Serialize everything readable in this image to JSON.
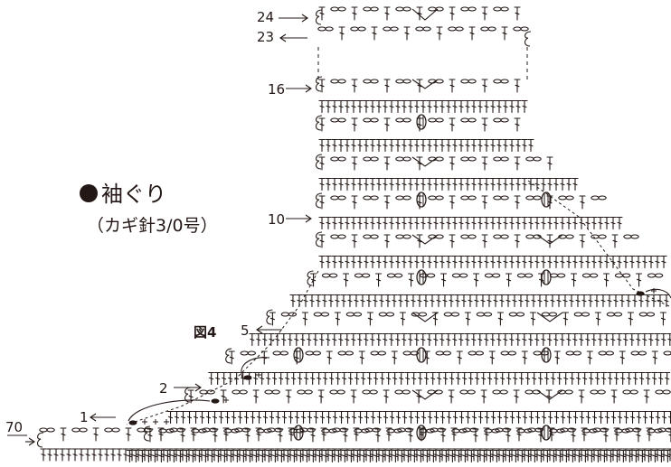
{
  "title": "袖ぐり",
  "subtitle": "（カギ針3/0号）",
  "figure_label": "図4",
  "row_labels": {
    "r24": "24",
    "r23": "23",
    "r16": "16",
    "r10": "10",
    "r5": "5",
    "r2": "2",
    "r1": "1",
    "r70": "70"
  },
  "colors": {
    "ink": "#231815",
    "background": "#ffffff"
  },
  "icons": [
    "chain-stitch-icon",
    "double-crochet-icon",
    "puff-stitch-icon",
    "slip-stitch-icon",
    "single-crochet-icon",
    "row-arrow-icon"
  ]
}
